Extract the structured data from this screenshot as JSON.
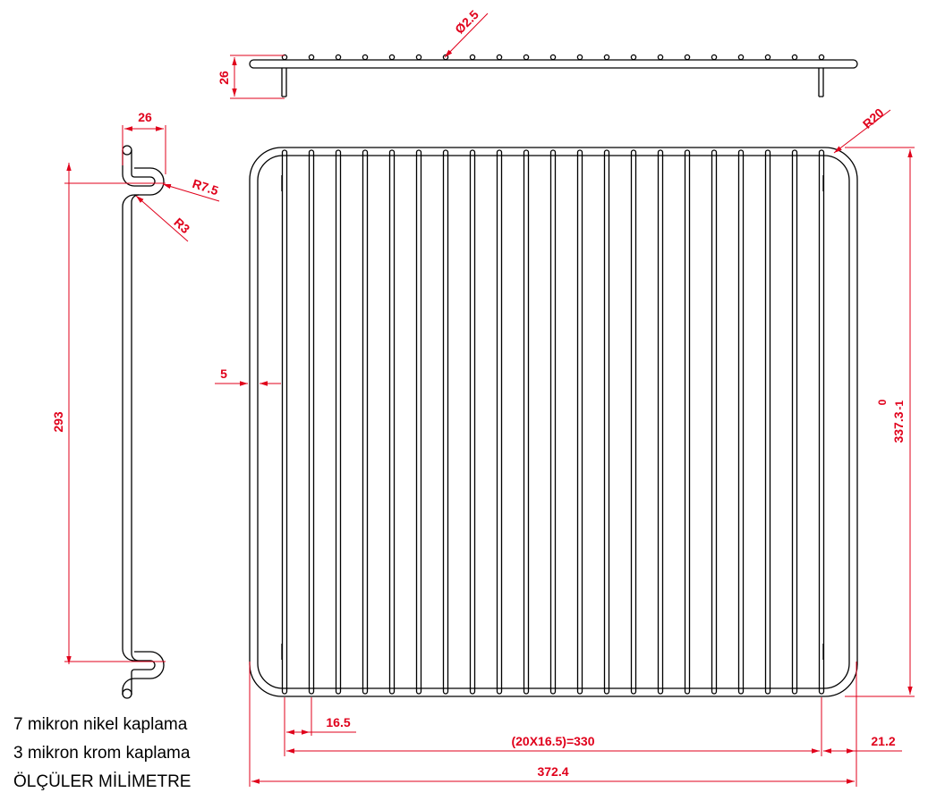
{
  "colors": {
    "outline": "#000000",
    "dimension": "#e0001b",
    "background": "#ffffff"
  },
  "top_view": {
    "dims": {
      "height": "26",
      "wire_diameter": "Ø2.5"
    }
  },
  "side_view": {
    "dims": {
      "hook_width": "26",
      "bend_radius_outer": "R7.5",
      "bend_radius_inner": "R3",
      "hook_spacing": "293"
    }
  },
  "front_view": {
    "wire_count": 21,
    "dims": {
      "corner_radius": "R20",
      "edge_offset": "5",
      "height": "337.3",
      "height_tol_upper": "0",
      "height_tol_lower": "-1",
      "first_pitch": "16.5",
      "pitch_total": "(20X16.5)=330",
      "right_offset": "21.2",
      "overall_width": "372.4"
    }
  },
  "notes": [
    "7 mikron nikel kaplama",
    "3 mikron krom kaplama",
    "ÖLÇÜLER MİLİMETRE"
  ]
}
